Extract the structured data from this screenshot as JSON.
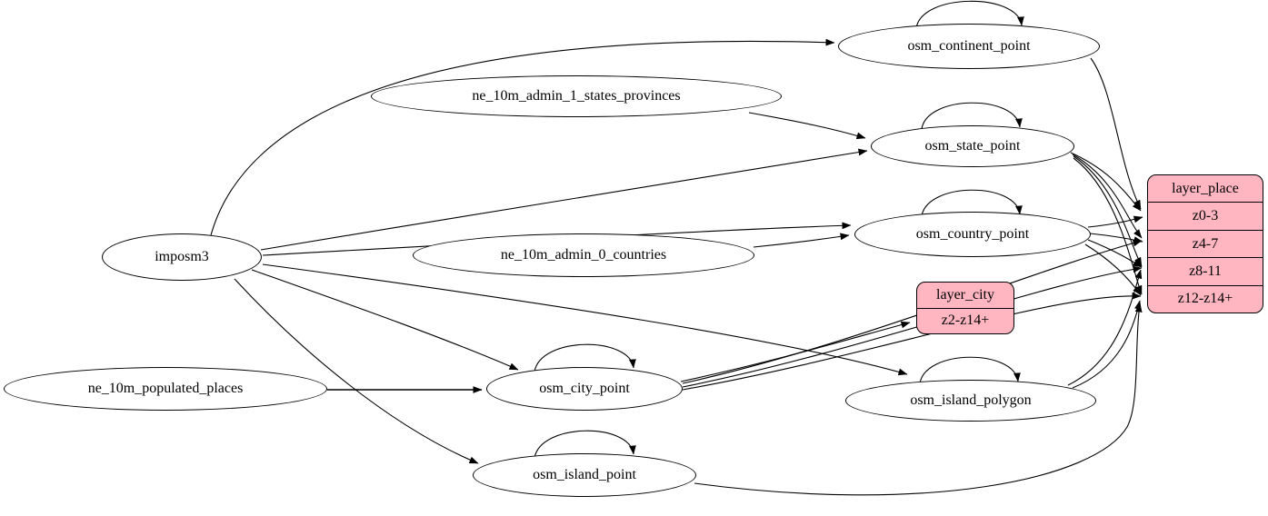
{
  "diagram": {
    "kind": "etl-graph",
    "colors": {
      "layer_fill": "#ffb6c1",
      "node_fill": "#ffffff",
      "stroke": "#000000",
      "background": "#ffffff"
    },
    "nodes": {
      "imposm3": {
        "label": "imposm3"
      },
      "ne_10m_admin_1_states_provinces": {
        "label": "ne_10m_admin_1_states_provinces"
      },
      "ne_10m_admin_0_countries": {
        "label": "ne_10m_admin_0_countries"
      },
      "ne_10m_populated_places": {
        "label": "ne_10m_populated_places"
      },
      "osm_continent_point": {
        "label": "osm_continent_point"
      },
      "osm_state_point": {
        "label": "osm_state_point"
      },
      "osm_country_point": {
        "label": "osm_country_point"
      },
      "osm_city_point": {
        "label": "osm_city_point"
      },
      "osm_island_polygon": {
        "label": "osm_island_polygon"
      },
      "osm_island_point": {
        "label": "osm_island_point"
      }
    },
    "layers": {
      "layer_place": {
        "title": "layer_place",
        "rows": [
          "z0-3",
          "z4-7",
          "z8-11",
          "z12-z14+"
        ]
      },
      "layer_city": {
        "title": "layer_city",
        "rows": [
          "z2-z14+"
        ]
      }
    },
    "edges": [
      {
        "from": "imposm3",
        "to": "osm_continent_point"
      },
      {
        "from": "imposm3",
        "to": "osm_state_point"
      },
      {
        "from": "imposm3",
        "to": "osm_country_point"
      },
      {
        "from": "imposm3",
        "to": "osm_city_point"
      },
      {
        "from": "imposm3",
        "to": "osm_island_polygon"
      },
      {
        "from": "imposm3",
        "to": "osm_island_point"
      },
      {
        "from": "ne_10m_admin_1_states_provinces",
        "to": "osm_state_point"
      },
      {
        "from": "ne_10m_admin_0_countries",
        "to": "osm_country_point"
      },
      {
        "from": "ne_10m_populated_places",
        "to": "osm_city_point"
      },
      {
        "from": "osm_continent_point",
        "to": "osm_continent_point"
      },
      {
        "from": "osm_state_point",
        "to": "osm_state_point"
      },
      {
        "from": "osm_country_point",
        "to": "osm_country_point"
      },
      {
        "from": "osm_city_point",
        "to": "osm_city_point"
      },
      {
        "from": "osm_island_polygon",
        "to": "osm_island_polygon"
      },
      {
        "from": "osm_island_point",
        "to": "osm_island_point"
      },
      {
        "from": "osm_continent_point",
        "to": "layer_place:z0-3"
      },
      {
        "from": "osm_state_point",
        "to": "layer_place:z0-3"
      },
      {
        "from": "osm_state_point",
        "to": "layer_place:z4-7"
      },
      {
        "from": "osm_state_point",
        "to": "layer_place:z8-11"
      },
      {
        "from": "osm_state_point",
        "to": "layer_place:z12-z14+"
      },
      {
        "from": "osm_country_point",
        "to": "layer_place:z0-3"
      },
      {
        "from": "osm_country_point",
        "to": "layer_place:z4-7"
      },
      {
        "from": "osm_country_point",
        "to": "layer_place:z8-11"
      },
      {
        "from": "osm_country_point",
        "to": "layer_place:z12-z14+"
      },
      {
        "from": "osm_city_point",
        "to": "layer_city:z2-z14+"
      },
      {
        "from": "osm_city_point",
        "to": "layer_place:z4-7"
      },
      {
        "from": "osm_city_point",
        "to": "layer_place:z8-11"
      },
      {
        "from": "osm_city_point",
        "to": "layer_place:z12-z14+"
      },
      {
        "from": "osm_island_polygon",
        "to": "layer_place:z8-11"
      },
      {
        "from": "osm_island_polygon",
        "to": "layer_place:z12-z14+"
      },
      {
        "from": "osm_island_point",
        "to": "layer_place:z12-z14+"
      }
    ]
  }
}
